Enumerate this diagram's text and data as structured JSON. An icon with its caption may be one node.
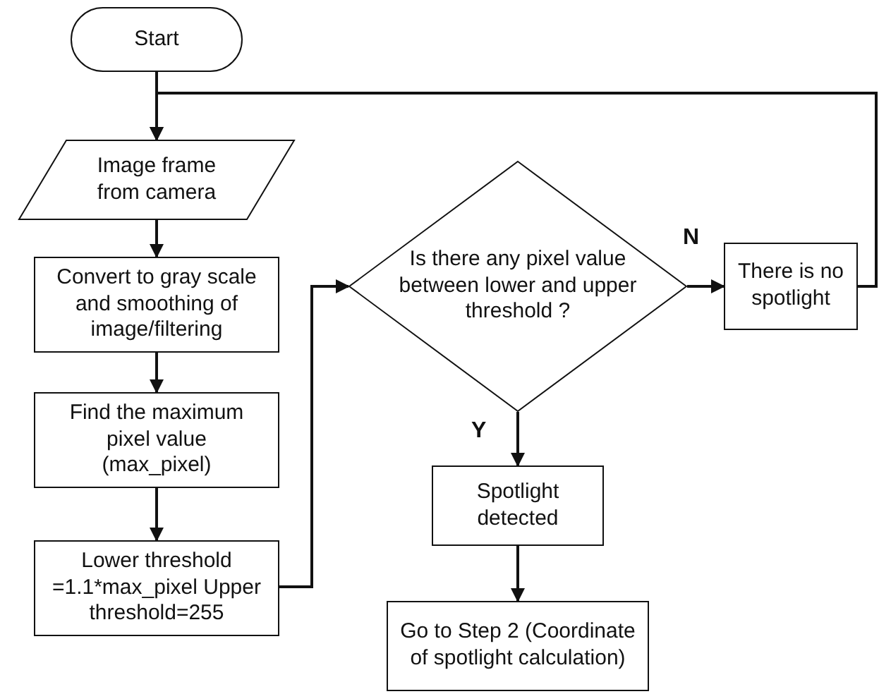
{
  "diagram": {
    "nodes": [
      {
        "text": [
          "Start"
        ]
      },
      {
        "text": [
          "Image frame from camera"
        ]
      },
      {
        "text": [
          "Convert to gray scale and smoothing of image/filtering"
        ]
      },
      {
        "text": [
          "Find the maximum pixel value (max_pixel)"
        ]
      },
      {
        "text": [
          "Lower threshold =1.1*max_pixel Upper threshold=255"
        ]
      },
      {
        "text": [
          "Is there any pixel value between lower and upper threshold ?"
        ]
      },
      {
        "text": [
          "There is no spotlight"
        ]
      },
      {
        "text": [
          "Spotlight detected"
        ]
      },
      {
        "text": [
          "Go to Step 2 (Coordinate of spotlight calculation)"
        ]
      }
    ],
    "edges": [
      {
        "from": 0,
        "to": 1,
        "arrow": "to"
      },
      {
        "from": 1,
        "to": 2,
        "arrow": "to"
      },
      {
        "from": 2,
        "to": 3,
        "arrow": "to"
      },
      {
        "from": 3,
        "to": 4,
        "arrow": "to"
      },
      {
        "from": 4,
        "to": 5,
        "arrow": "to"
      },
      {
        "from": 5,
        "to": 6,
        "arrow": "to",
        "label": "N"
      },
      {
        "from": 5,
        "to": 7,
        "arrow": "to",
        "label": "Y"
      },
      {
        "from": 7,
        "to": 8,
        "arrow": "to"
      },
      {
        "from": 6,
        "to": 1,
        "arrow": "to"
      }
    ]
  }
}
